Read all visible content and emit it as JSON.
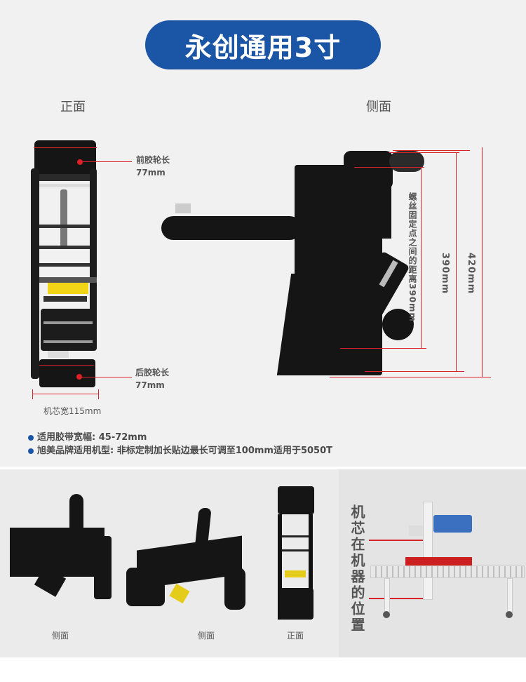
{
  "header": {
    "title": "永创通用3寸"
  },
  "views": {
    "front_label": "正面",
    "side_label": "侧面"
  },
  "front_view": {
    "front_roller": {
      "label": "前胶轮长",
      "value": "77mm"
    },
    "rear_roller": {
      "label": "后胶轮长",
      "value": "77mm"
    },
    "width": "机芯宽115mm"
  },
  "side_view": {
    "screw_distance_label": "螺丝固定点之间的距离390mm",
    "dim_390": "390mm",
    "dim_420": "420mm"
  },
  "specs": [
    {
      "text": "适用胶带宽幅: 45-72mm"
    },
    {
      "text": "旭美品牌适用机型: 非标定制加长贴边最长可调至100mm适用于5050T"
    }
  ],
  "gallery": {
    "captions": [
      "侧面",
      "侧面",
      "正面"
    ],
    "position_label": "机芯在机器的位置"
  },
  "colors": {
    "brand_blue": "#1b55a5",
    "dimension_red": "#d8232a",
    "background": "#f1f1f1"
  }
}
